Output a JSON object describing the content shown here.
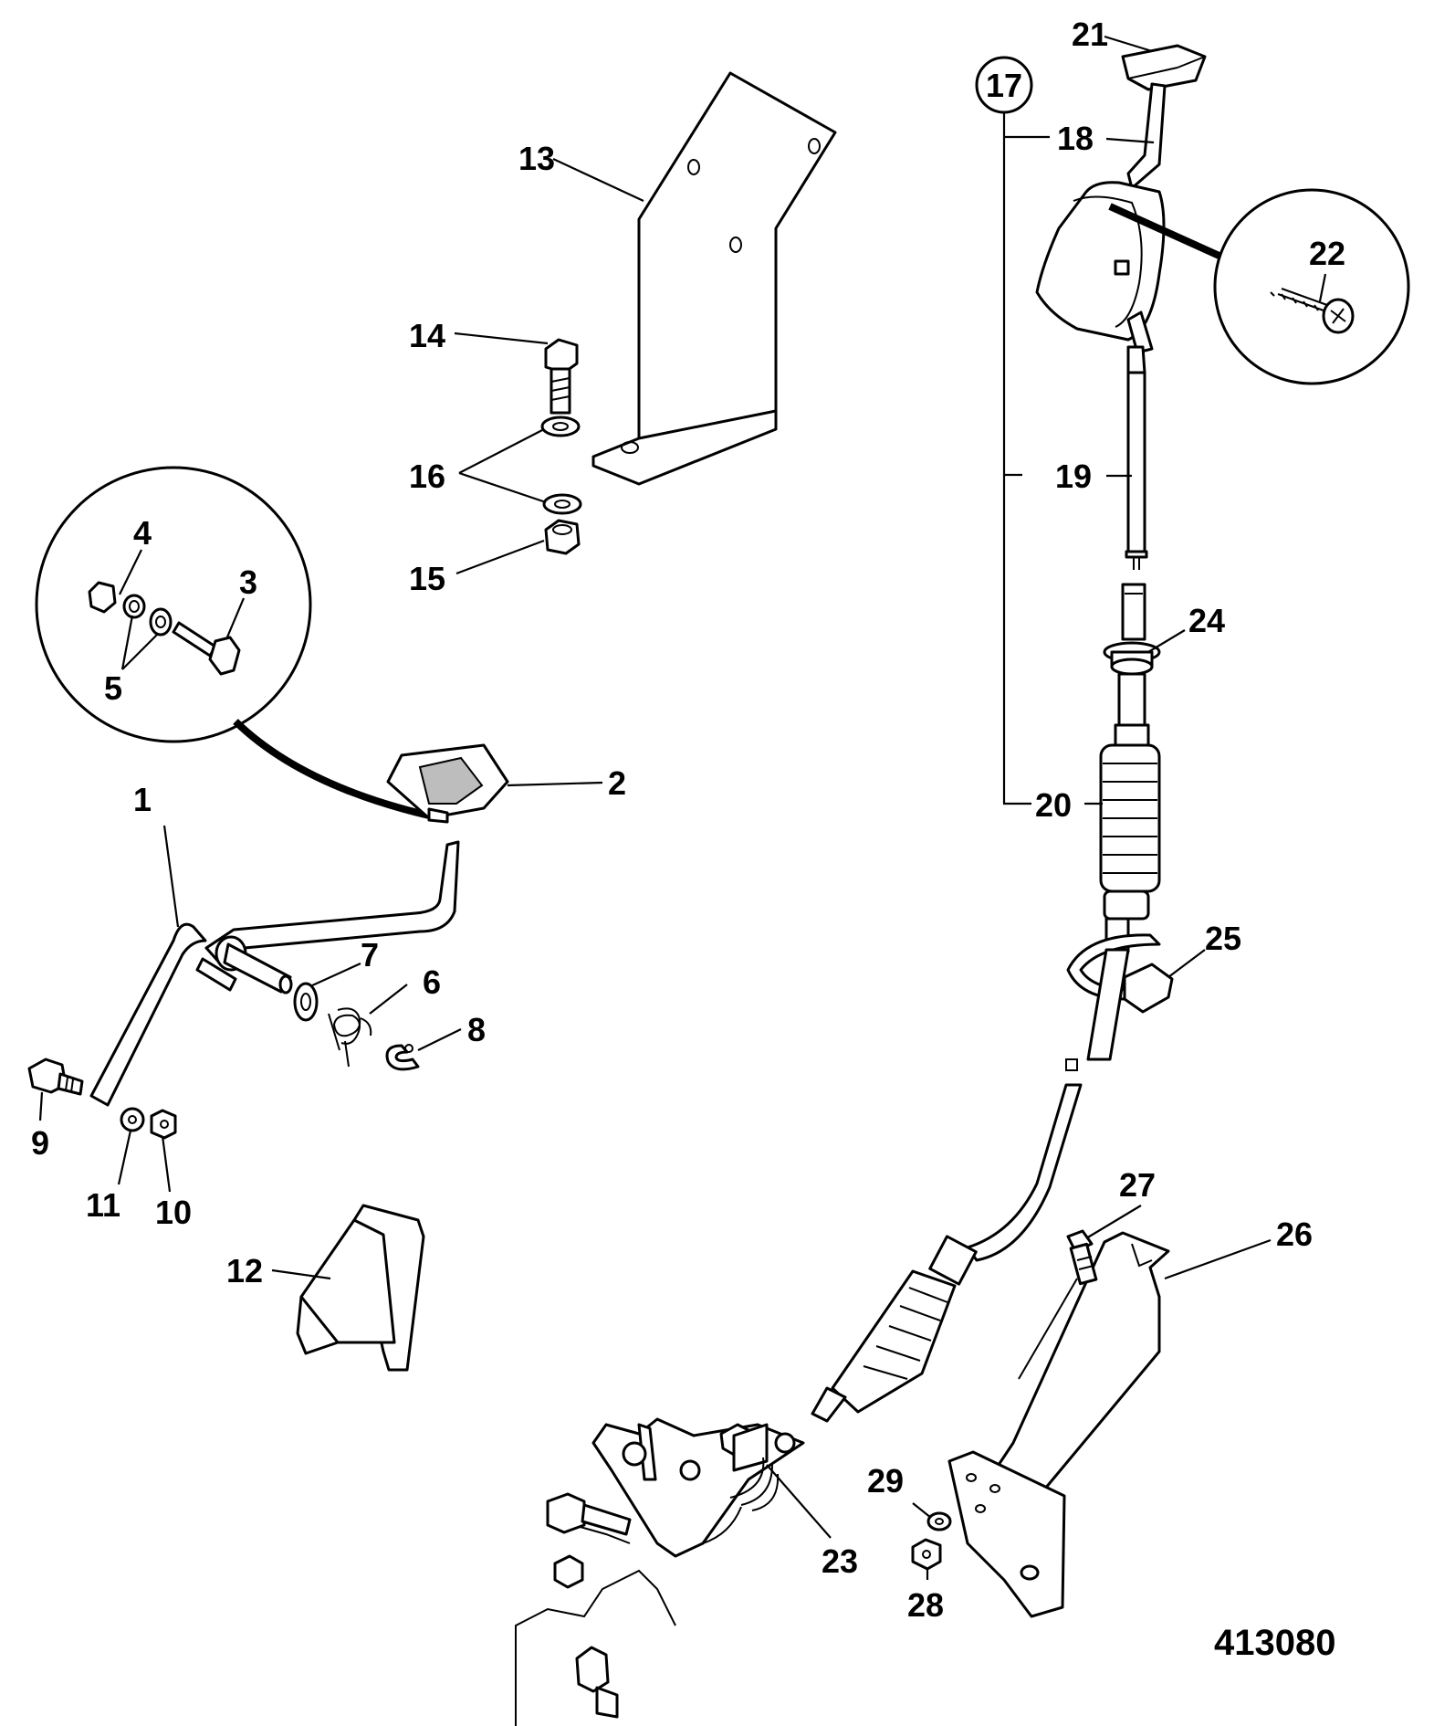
{
  "diagram": {
    "drawing_number": "413080",
    "callouts": {
      "c1": "1",
      "c2": "2",
      "c3": "3",
      "c4": "4",
      "c5": "5",
      "c6": "6",
      "c7": "7",
      "c8": "8",
      "c9": "9",
      "c10": "10",
      "c11": "11",
      "c12": "12",
      "c13": "13",
      "c14": "14",
      "c15": "15",
      "c16": "16",
      "c17": "17",
      "c18": "18",
      "c19": "19",
      "c20": "20",
      "c21": "21",
      "c22": "22",
      "c23": "23",
      "c24": "24",
      "c25": "25",
      "c26": "26",
      "c27": "27",
      "c28": "28",
      "c29": "29"
    }
  }
}
